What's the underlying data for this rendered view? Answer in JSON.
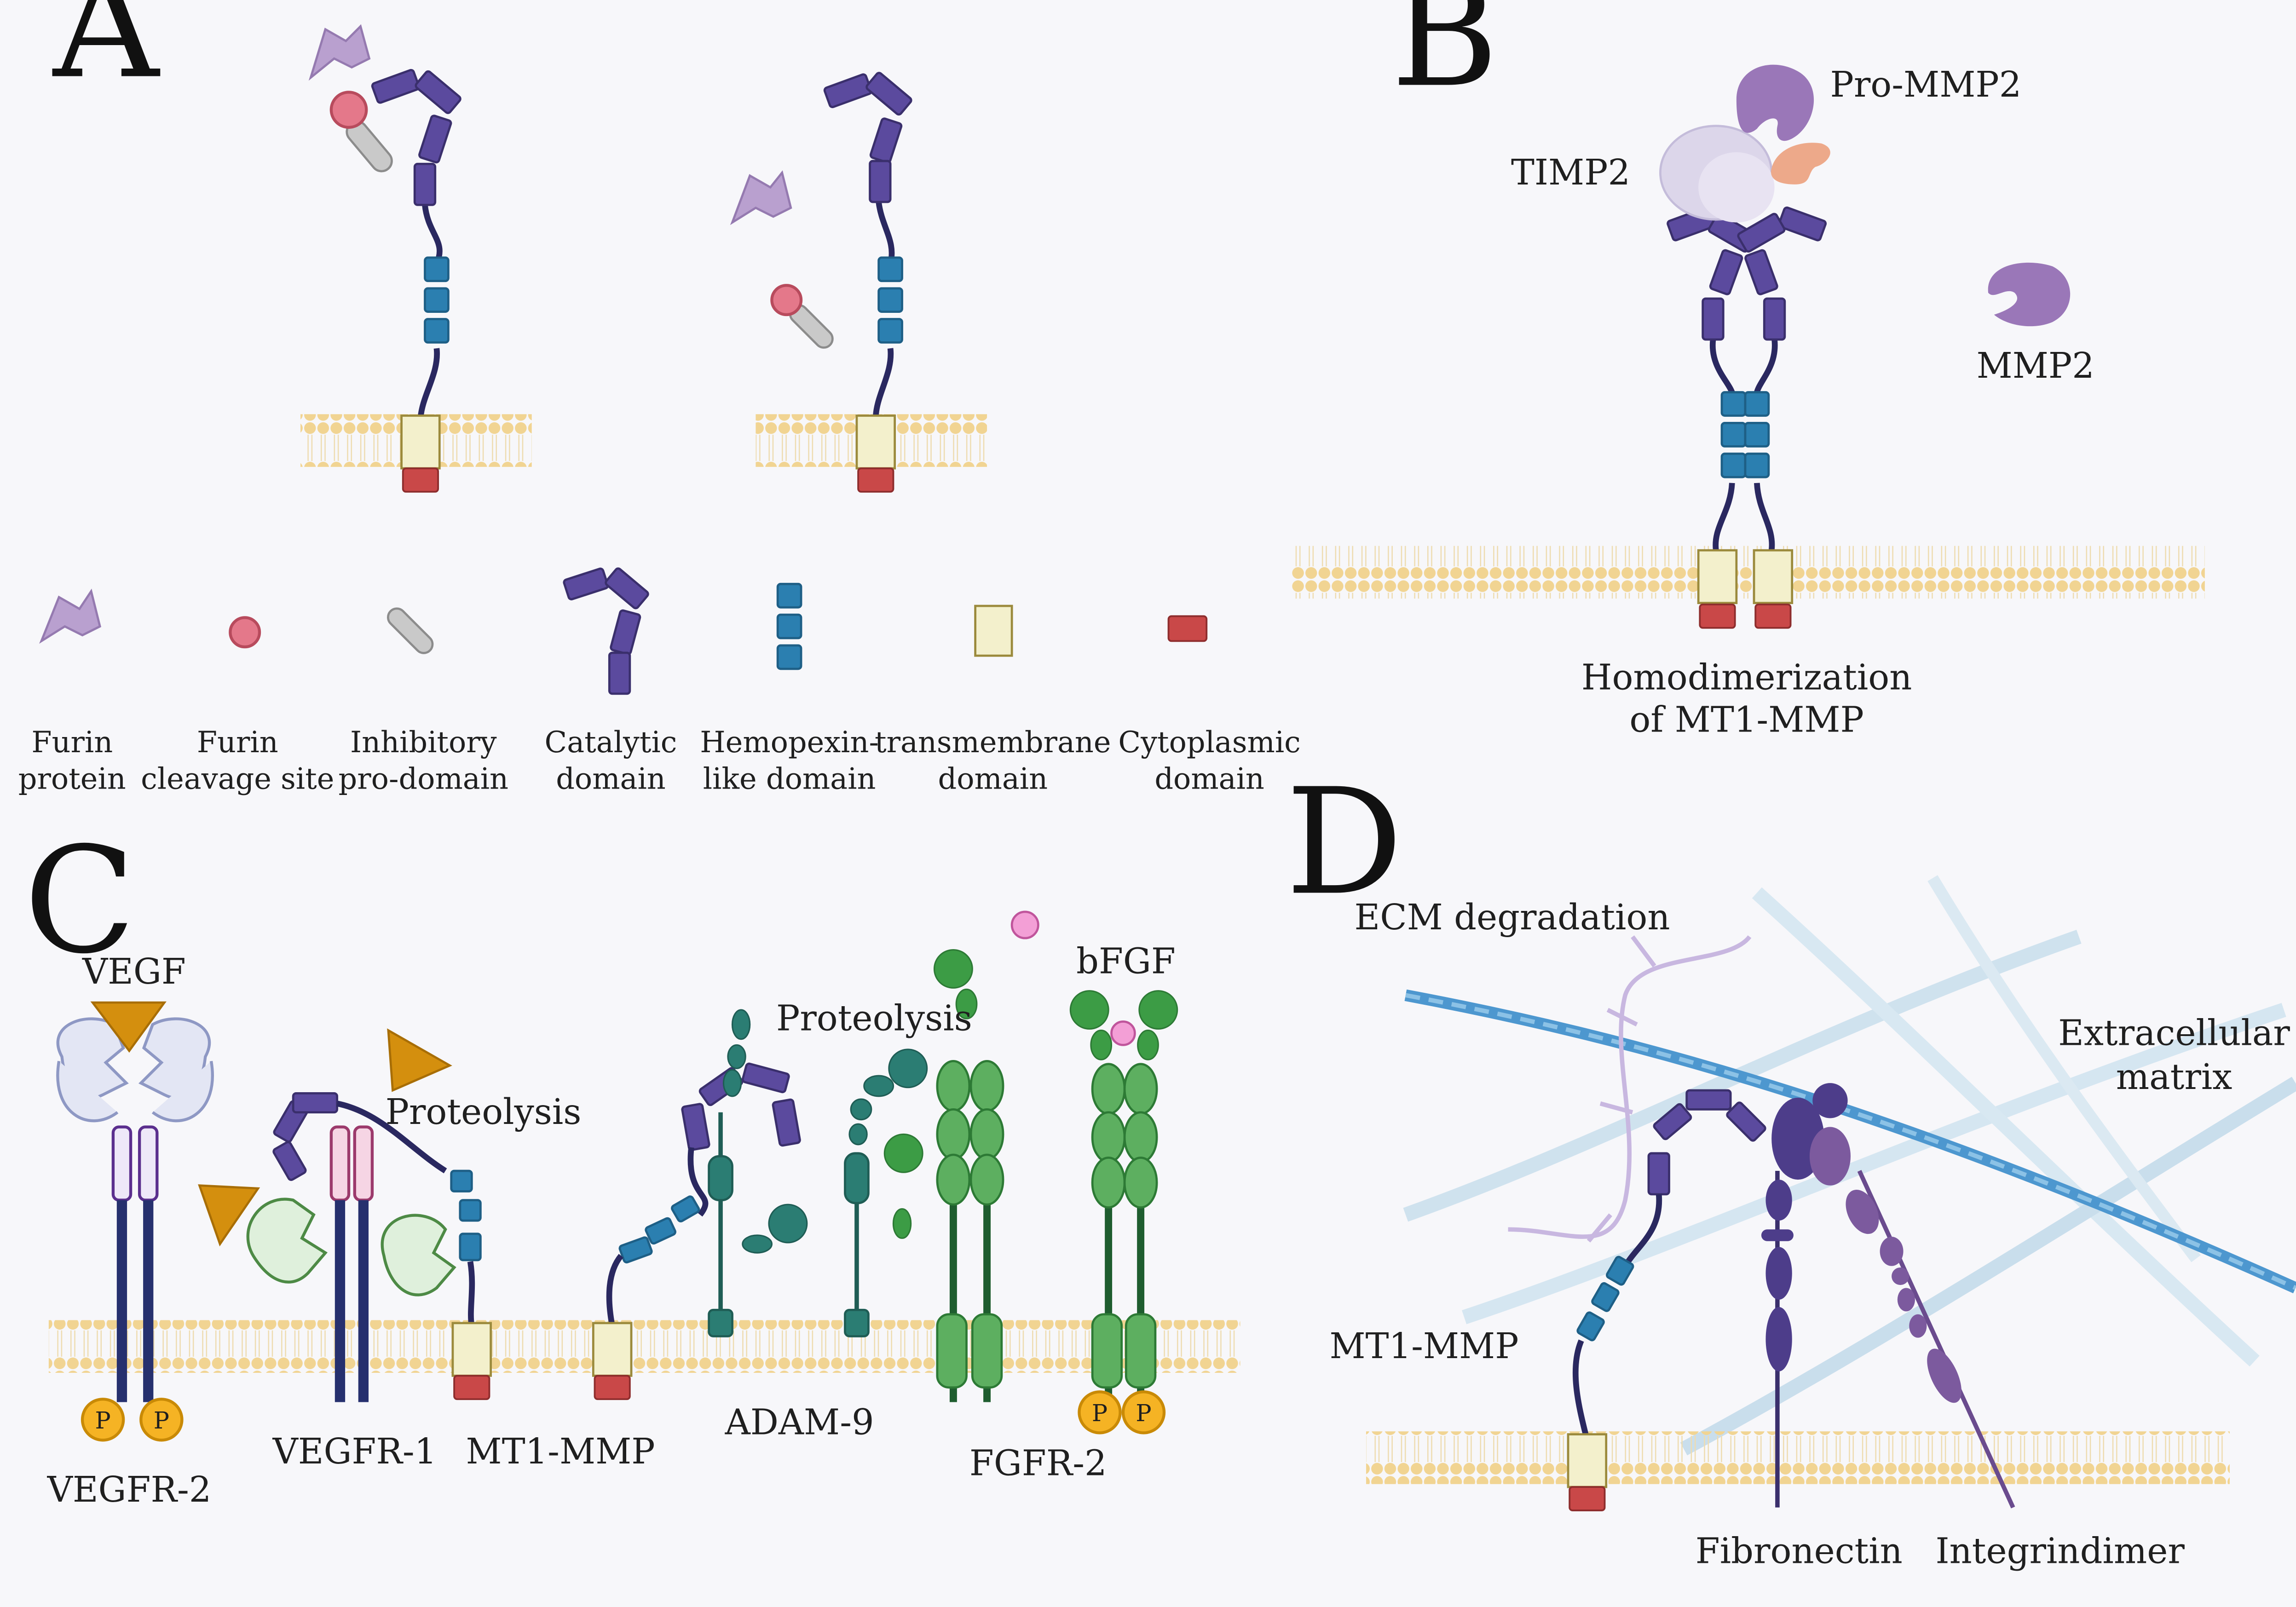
{
  "panels": {
    "a": "A",
    "b": "B",
    "c": "C",
    "d": "D"
  },
  "legend": [
    {
      "line1": "Furin",
      "line2": "protein",
      "icon": "furin-protein-icon"
    },
    {
      "line1": "Furin",
      "line2": "cleavage site",
      "icon": "cleavage-site-icon"
    },
    {
      "line1": "Inhibitory",
      "line2": "pro-domain",
      "icon": "pro-domain-icon"
    },
    {
      "line1": "Catalytic",
      "line2": "domain",
      "icon": "catalytic-domain-icon"
    },
    {
      "line1": "Hemopexin-",
      "line2": "like domain",
      "icon": "hemopexin-domain-icon"
    },
    {
      "line1": "transmembrane",
      "line2": "domain",
      "icon": "transmembrane-domain-icon"
    },
    {
      "line1": "Cytoplasmic",
      "line2": "domain",
      "icon": "cytoplasmic-domain-icon"
    }
  ],
  "panel_b": {
    "pro_mmp2": "Pro-MMP2",
    "timp2": "TIMP2",
    "mmp2": "MMP2",
    "caption_line1": "Homodimerization",
    "caption_line2": "of MT1-MMP"
  },
  "panel_c": {
    "vegf": "VEGF",
    "proteolysis_1": "Proteolysis",
    "proteolysis_2": "Proteolysis",
    "bfgf": "bFGF",
    "vegfr2": "VEGFR-2",
    "vegfr1": "VEGFR-1",
    "mt1mmp": "MT1-MMP",
    "adam9": "ADAM-9",
    "fgfr2": "FGFR-2",
    "phospho": "P"
  },
  "panel_d": {
    "ecm_degradation": "ECM degradation",
    "ecm_line1": "Extracellular",
    "ecm_line2": "matrix",
    "mt1mmp": "MT1-MMP",
    "fibronectin": "Fibronectin",
    "integrin": "Integrindimer"
  },
  "colors": {
    "catalytic": "#5b4a9e",
    "hemopexin": "#2b7fb0",
    "transmembrane": "#f3f0cc",
    "cytoplasmic": "#c94848",
    "furin": "#b9a0cf",
    "cleavage": "#e4788a",
    "membrane": "#f4d79a",
    "vegf": "#d48f0e",
    "fgfr": "#5daf60",
    "adam": "#2b7d73"
  }
}
